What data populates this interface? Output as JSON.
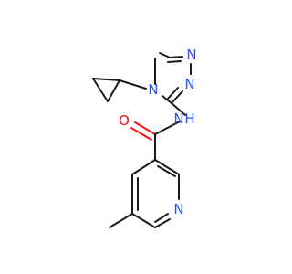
{
  "molecule": {
    "atoms": {
      "N_triazole_4": "N",
      "N_triazole_1": "N",
      "N_triazole_2": "N",
      "N_amide": "N",
      "H_amide": "H",
      "O_carbonyl": "O",
      "N_pyridine": "N"
    },
    "colors": {
      "bond": "#1a1a1a",
      "nitrogen": "#3050f8",
      "oxygen": "#ff0d0d",
      "background": "#ffffff"
    }
  }
}
